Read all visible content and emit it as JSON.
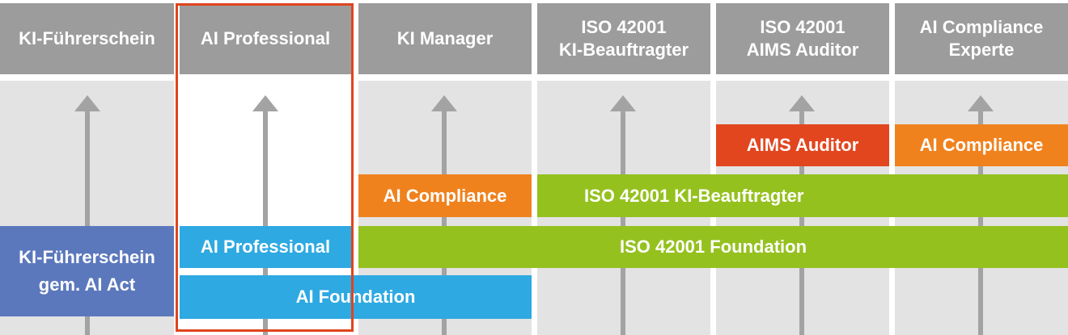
{
  "columns": [
    {
      "id": "ki-fuehrerschein",
      "header": "KI-Führerschein"
    },
    {
      "id": "ai-professional",
      "header": "AI Professional"
    },
    {
      "id": "ki-manager",
      "header": "KI Manager"
    },
    {
      "id": "iso-ki-beauftragter",
      "header": "ISO 42001\nKI-Beauftragter"
    },
    {
      "id": "iso-aims-auditor",
      "header": "ISO 42001\nAIMS Auditor"
    },
    {
      "id": "ai-compliance-experte",
      "header": "AI Compliance\nExperte"
    }
  ],
  "modules": [
    {
      "id": "aims-auditor",
      "label": "AIMS Auditor",
      "color": "#e2461f"
    },
    {
      "id": "ai-compliance-top",
      "label": "AI Compliance",
      "color": "#f0821e"
    },
    {
      "id": "ai-compliance-manager",
      "label": "AI Compliance",
      "color": "#f0821e"
    },
    {
      "id": "iso-ki-beauftragter",
      "label": "ISO 42001 KI-Beauftragter",
      "color": "#95c11f"
    },
    {
      "id": "ki-fuehrerschein",
      "label": "KI-Führerschein\ngem. AI Act",
      "color": "#5b78bd"
    },
    {
      "id": "ai-professional",
      "label": "AI Professional",
      "color": "#2ea9e2"
    },
    {
      "id": "iso-foundation",
      "label": "ISO 42001 Foundation",
      "color": "#95c11f"
    },
    {
      "id": "ai-foundation",
      "label": "AI Foundation",
      "color": "#2ea9e2"
    }
  ],
  "highlighted_column": "ai-professional"
}
